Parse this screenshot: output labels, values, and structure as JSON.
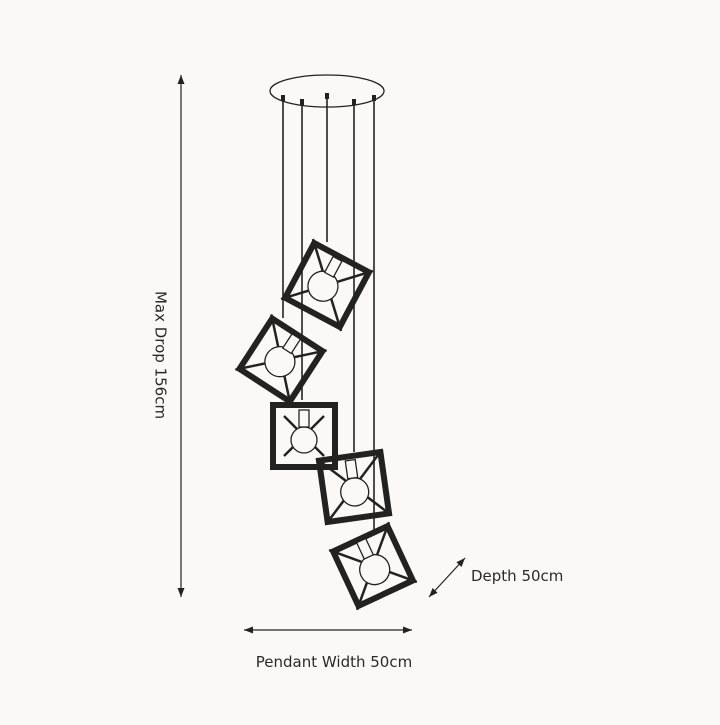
{
  "dimensions": {
    "height_label": "Max Drop 156cm",
    "width_label": "Pendant Width 50cm",
    "depth_label": "Depth 50cm"
  },
  "product": {
    "pendant_count": 5,
    "pendant_shape": "cube-frame"
  },
  "colors": {
    "line": "#222222",
    "background": "#faf9f8"
  }
}
